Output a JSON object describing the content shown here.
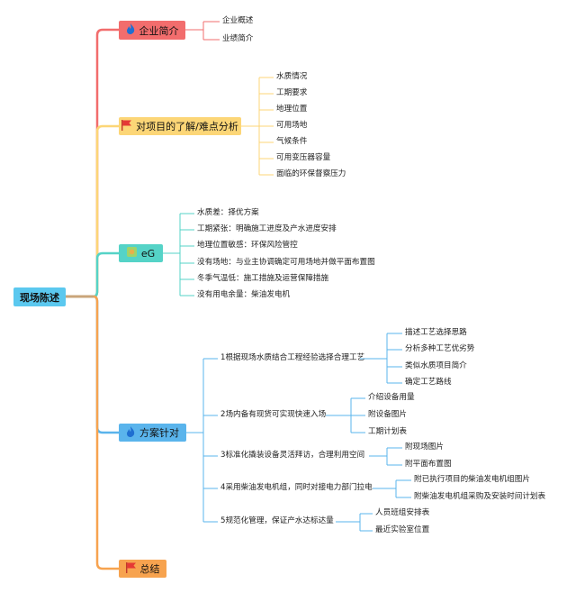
{
  "root": {
    "label": "现场陈述"
  },
  "branches": [
    {
      "id": "b1",
      "label": "企业简介",
      "icon": "flame-icon",
      "color": "#f26d6d",
      "items": [
        "企业概述",
        "业绩简介"
      ]
    },
    {
      "id": "b2",
      "label": "对项目的了解/难点分析",
      "icon": "flag-icon",
      "color": "#fcd677",
      "items": [
        "水质情况",
        "工期要求",
        "地理位置",
        "可用场地",
        "气候条件",
        "可用变压器容量",
        "面临的环保督察压力"
      ]
    },
    {
      "id": "b3",
      "label": "eG",
      "icon": "logo-icon",
      "color": "#55d3c7",
      "items": [
        "水质差：择优方案",
        "工期紧张：明确施工进度及产水进度安排",
        "地理位置敏感：环保风险管控",
        "没有场地：与业主协调确定可用场地并做平面布置图",
        "冬季气温低：施工措施及运营保障措施",
        "没有用电余量：柴油发电机"
      ]
    },
    {
      "id": "b4",
      "label": "方案针对",
      "icon": "flame-icon",
      "color": "#5ab4ec",
      "items": [
        {
          "label": "1根据现场水质结合工程经验选择合理工艺",
          "children": [
            "描述工艺选择思路",
            "分析多种工艺优劣势",
            "类似水质项目简介",
            "确定工艺路线"
          ]
        },
        {
          "label": "2场内备有现货可实现快速入场",
          "children": [
            "介绍设备用量",
            "附设备图片",
            "工期计划表"
          ]
        },
        {
          "label": "3标准化撬装设备灵活拜访，合理利用空间",
          "children": [
            "附现场图片",
            "附平面布置图"
          ]
        },
        {
          "label": "4采用柴油发电机组，同时对接电力部门拉电",
          "children": [
            "附已执行项目的柴油发电机组图片",
            "附柴油发电机组采购及安装时间计划表"
          ]
        },
        {
          "label": "5规范化管理，保证产水达标达量",
          "children": [
            "人员班组安排表",
            "最近实验室位置"
          ]
        }
      ]
    },
    {
      "id": "b5",
      "label": "总结",
      "icon": "flag-icon",
      "color": "#f7a34f",
      "items": []
    }
  ]
}
